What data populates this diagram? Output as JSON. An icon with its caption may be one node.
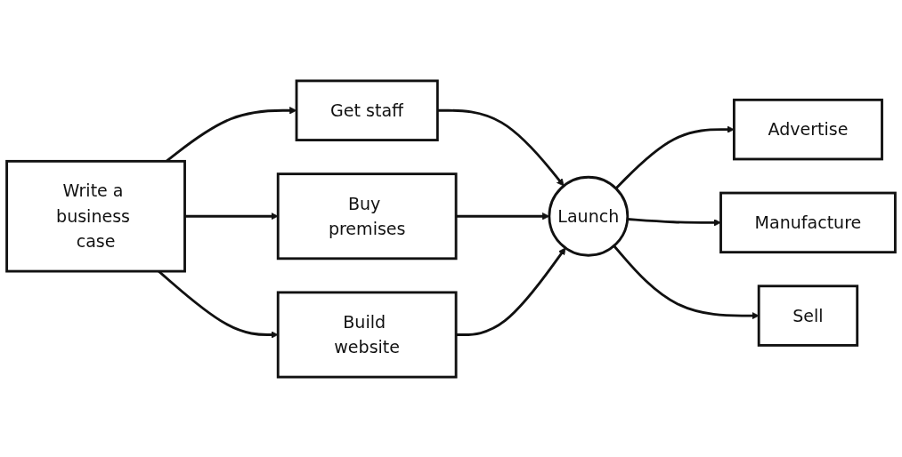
{
  "diagram": {
    "nodes": [
      {
        "text": [
          "Write a business case"
        ]
      },
      {
        "text": [
          "Get staff"
        ]
      },
      {
        "text": [
          "Buy premises"
        ]
      },
      {
        "text": [
          "Build website"
        ]
      },
      {
        "text": [
          "Launch"
        ]
      },
      {
        "text": [
          "Advertise"
        ]
      },
      {
        "text": [
          "Manufacture"
        ]
      },
      {
        "text": [
          "Sell"
        ]
      }
    ],
    "edges": [
      {
        "from": 0,
        "to": 1,
        "arrow": "to"
      },
      {
        "from": 0,
        "to": 2,
        "arrow": "to"
      },
      {
        "from": 0,
        "to": 3,
        "arrow": "to"
      },
      {
        "from": 1,
        "to": 4,
        "arrow": "to"
      },
      {
        "from": 2,
        "to": 4,
        "arrow": "to"
      },
      {
        "from": 3,
        "to": 4,
        "arrow": "to"
      },
      {
        "from": 4,
        "to": 5,
        "arrow": "to"
      },
      {
        "from": 4,
        "to": 6,
        "arrow": "to"
      },
      {
        "from": 4,
        "to": 7,
        "arrow": "to"
      }
    ]
  }
}
